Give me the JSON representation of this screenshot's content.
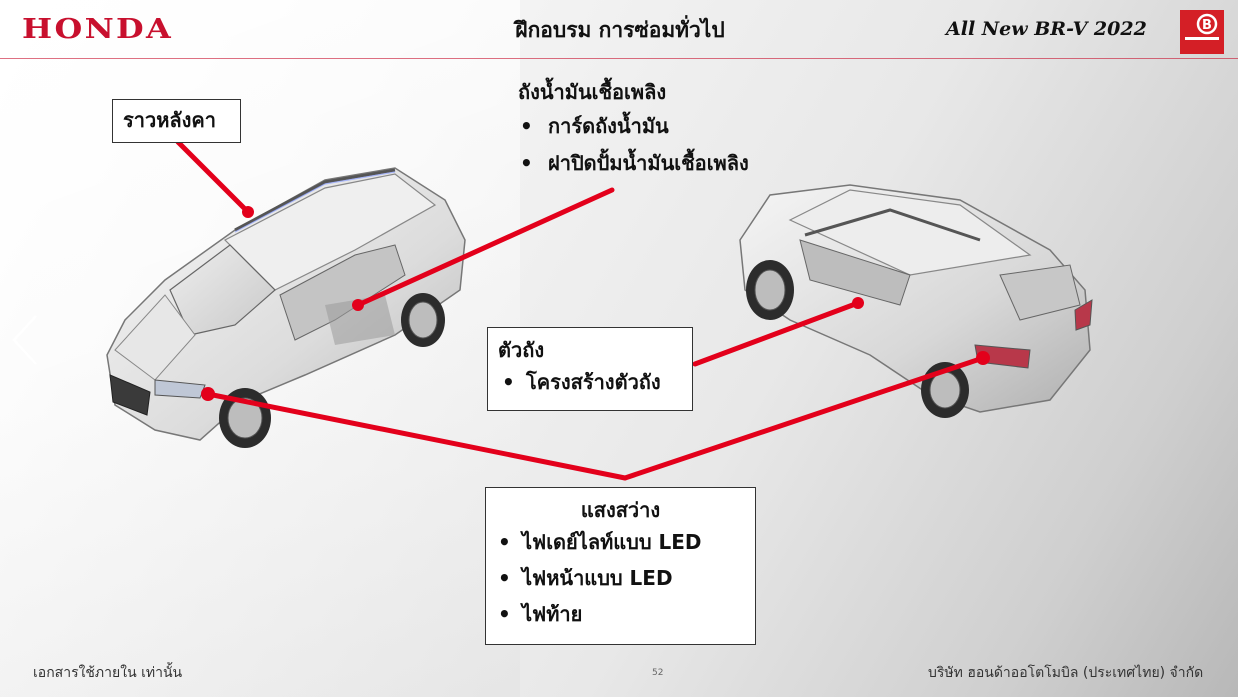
{
  "header": {
    "logo_text": "HONDA",
    "title": "ฝึกอบรม การซ่อมทั่วไป",
    "model": "All New BR-V  2022"
  },
  "labels": {
    "roof_rail": "ราวหลังคา",
    "fuel_tank": {
      "title": "ถังน้ำมันเชื้อเพลิง",
      "items": [
        "การ์ดถังน้ำมัน",
        "ฝาปิดปั้มน้ำมันเชื้อเพลิง"
      ]
    },
    "body": {
      "title": "ตัวถัง",
      "items": [
        "โครงสร้างตัวถัง"
      ]
    },
    "lighting": {
      "title": "แสงสว่าง",
      "items": [
        "ไฟเดย์ไลท์แบบ LED",
        "ไฟหน้าแบบ LED",
        "ไฟท้าย"
      ]
    }
  },
  "footer": {
    "left": "เอกสารใช้ภายใน เท่านั้น",
    "page": "52",
    "right": "บริษัท ฮอนด้าออโตโมบิล (ประเทศไทย) จำกัด"
  },
  "colors": {
    "brand_red": "#c8102e",
    "callout_red": "#e3001b"
  },
  "icons": [
    "honda-logo",
    "b-badge-icon",
    "chevron-left-icon"
  ]
}
